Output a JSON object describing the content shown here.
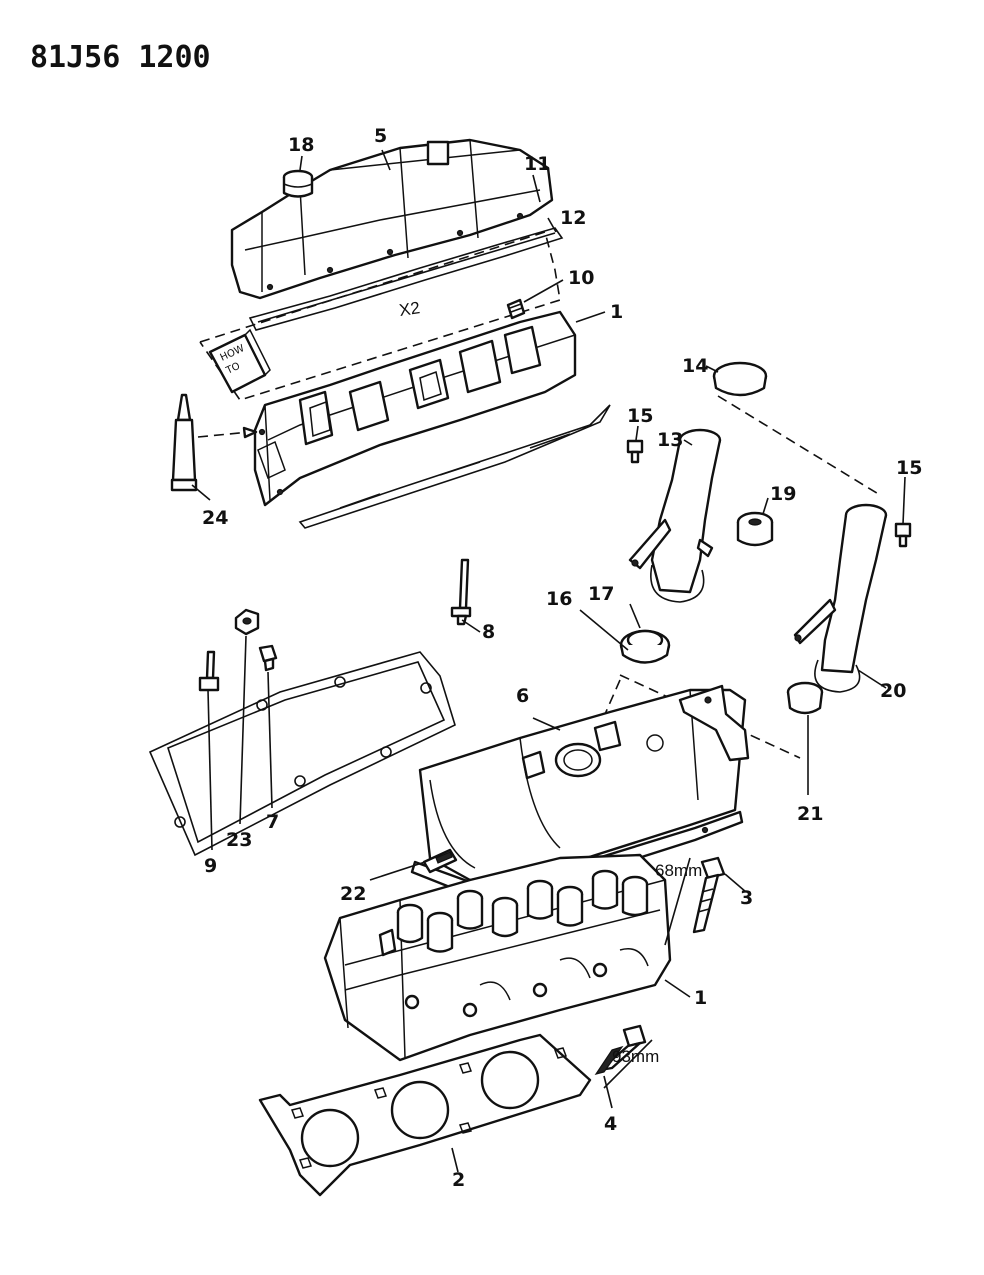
{
  "header": {
    "code": "81J56 1200"
  },
  "callouts": {
    "c1a": "1",
    "c1b": "1",
    "c2": "2",
    "c3": "3",
    "c4": "4",
    "c5": "5",
    "c6": "6",
    "c7": "7",
    "c8": "8",
    "c9": "9",
    "c10": "10",
    "c11": "11",
    "c12": "12",
    "c13": "13",
    "c14": "14",
    "c15a": "15",
    "c15b": "15",
    "c16": "16",
    "c17": "17",
    "c18": "18",
    "c19": "19",
    "c20": "20",
    "c21": "21",
    "c22": "22",
    "c23": "23",
    "c24": "24"
  },
  "annotations": {
    "quantity": "X2",
    "bolt_length_top": "68mm",
    "bolt_length_bottom": "93mm",
    "booklet_line1": "HOW",
    "booklet_line2": "TO"
  }
}
